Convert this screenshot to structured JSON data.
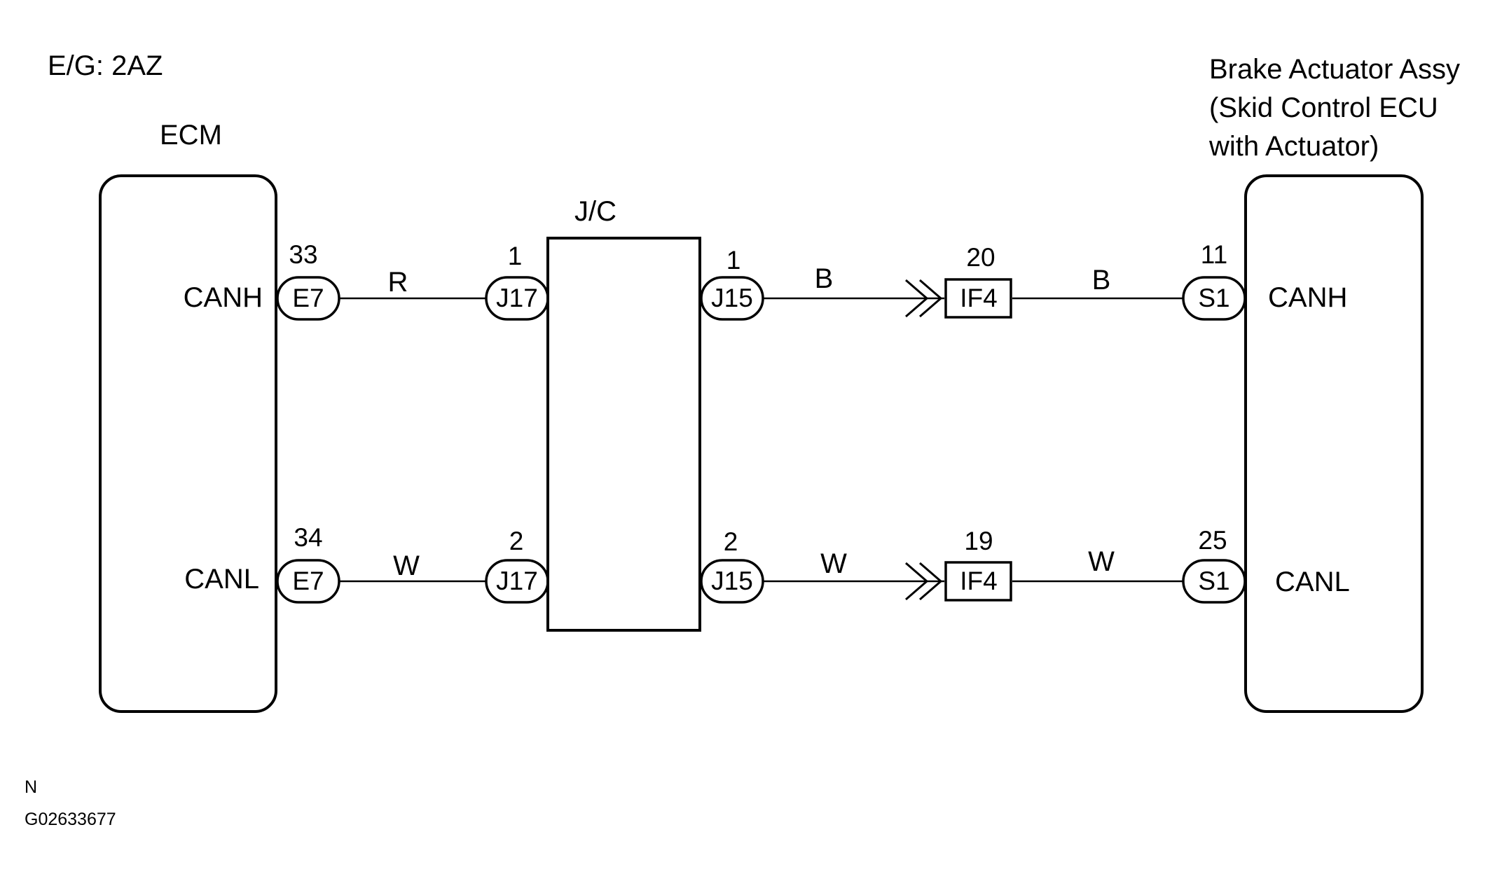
{
  "header": {
    "engine_label": "E/G: 2AZ"
  },
  "ecm": {
    "title": "ECM",
    "canh_label": "CANH",
    "canl_label": "CANL",
    "canh_pin": "33",
    "canl_pin": "34",
    "canh_connector": "E7",
    "canl_connector": "E7"
  },
  "junction": {
    "title": "J/C",
    "left_top_pin": "1",
    "left_bottom_pin": "2",
    "left_connector": "J17",
    "right_top_pin": "1",
    "right_bottom_pin": "2",
    "right_connector": "J15"
  },
  "brake": {
    "title_line1": "Brake Actuator Assy",
    "title_line2": "(Skid Control ECU",
    "title_line3": "with Actuator)",
    "canh_label": "CANH",
    "canl_label": "CANL",
    "canh_pin": "11",
    "canl_pin": "25",
    "canh_connector": "S1",
    "canl_connector": "S1"
  },
  "inline": {
    "top_pin": "20",
    "bottom_pin": "19",
    "connector": "IF4"
  },
  "wires": {
    "top_ecm_jc": "R",
    "bottom_ecm_jc": "W",
    "top_jc_if": "B",
    "bottom_jc_if": "W",
    "top_if_brake": "B",
    "bottom_if_brake": "W"
  },
  "footer": {
    "region": "N",
    "figure_id": "G02633677"
  }
}
